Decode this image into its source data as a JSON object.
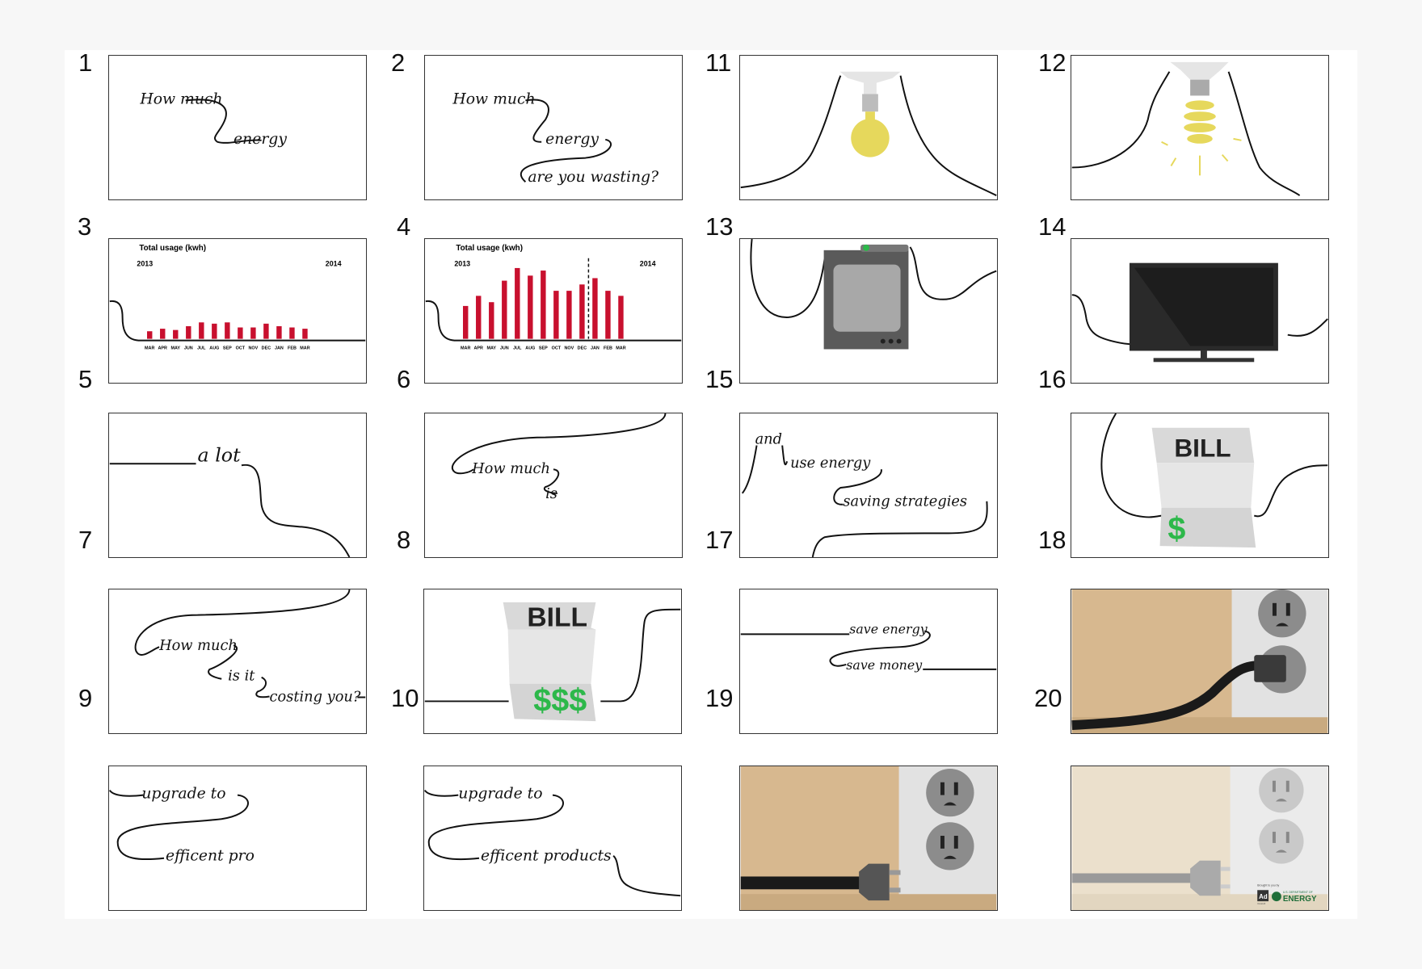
{
  "numbers": [
    "1",
    "2",
    "3",
    "4",
    "5",
    "6",
    "7",
    "8",
    "9",
    "10",
    "11",
    "12",
    "13",
    "14",
    "15",
    "16",
    "17",
    "18",
    "19",
    "20"
  ],
  "frames": {
    "f1": {
      "line1": "How much",
      "line2": "energy"
    },
    "f2": {
      "line1": "How much",
      "line2": "energy",
      "line3": "are you wasting?"
    },
    "f5": {
      "text": "a lot"
    },
    "f6": {
      "line1": "How much",
      "line2": "is"
    },
    "f7": {
      "line1": "How much",
      "line2": "is it",
      "line3": "costing you?"
    },
    "f8": {
      "bill": "BILL",
      "amount": "$$$"
    },
    "f9": {
      "line1": "upgrade to",
      "line2": "efficent pro"
    },
    "f10": {
      "line1": "upgrade to",
      "line2": "efficent products"
    },
    "f15": {
      "line1": "and",
      "line2": "use energy",
      "line3": "saving strategies"
    },
    "f16": {
      "bill": "BILL",
      "amount": "$"
    },
    "f17": {
      "line1": "save energy",
      "line2": "save money"
    },
    "f20": {
      "credit": "Brought to you by",
      "ad_logo": "Ad",
      "ad_council": "Council",
      "doe_top": "U.S. DEPARTMENT OF",
      "doe_word": "ENERGY"
    }
  },
  "colors": {
    "bar": "#c8102e",
    "bulb": "#e6d85c",
    "money": "#2db84a",
    "wall": "#d7b88f",
    "outlet_plate": "#e2e2e2"
  },
  "chart_data": [
    {
      "type": "bar",
      "title": "Total usage (kwh)",
      "year_start": "2013",
      "year_end": "2014",
      "categories": [
        "MAR",
        "APR",
        "MAY",
        "JUN",
        "JUL",
        "AUG",
        "SEP",
        "OCT",
        "NOV",
        "DEC",
        "JAN",
        "FEB",
        "MAR"
      ],
      "values": [
        3,
        4,
        3.5,
        5,
        6.5,
        6,
        6.5,
        4.5,
        4.5,
        6,
        5,
        4.5,
        4
      ],
      "ylim": [
        0,
        30
      ]
    },
    {
      "type": "bar",
      "title": "Total usage (kwh)",
      "year_start": "2013",
      "year_end": "2014",
      "categories": [
        "MAR",
        "APR",
        "MAY",
        "JUN",
        "JUL",
        "AUG",
        "SEP",
        "OCT",
        "NOV",
        "DEC",
        "JAN",
        "FEB",
        "MAR"
      ],
      "values": [
        13,
        17,
        14.5,
        23,
        28,
        25,
        27,
        19,
        19,
        21.5,
        24,
        19,
        17
      ],
      "ylim": [
        0,
        30
      ],
      "divider_after": "DEC"
    }
  ]
}
